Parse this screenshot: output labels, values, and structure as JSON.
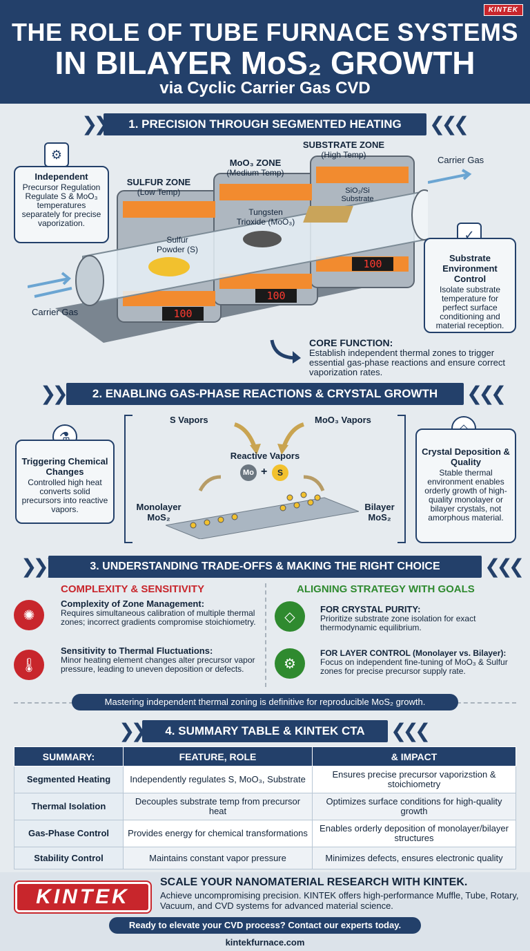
{
  "brand": "KINTEK",
  "header": {
    "line1": "THE ROLE OF TUBE FURNACE SYSTEMS",
    "line2": "IN BILAYER MoS₂ GROWTH",
    "line3": "via Cyclic Carrier Gas CVD"
  },
  "s1": {
    "title": "1. PRECISION THROUGH SEGMENTED HEATING",
    "independent": {
      "title": "Independent",
      "body": "Precursor Regulation Regulate S & MoO₃ temperatures separately for precise vaporization."
    },
    "sulfur_zone": "SULFUR ZONE",
    "sulfur_temp": "(Low Temp)",
    "moo3_zone": "MoO₃ ZONE",
    "moo3_temp": "(Medium Temp)",
    "sub_zone": "SUBSTRATE ZONE",
    "sub_temp": "(High Temp)",
    "sulfur_powder": "Sulfur Powder (S)",
    "tungsten": "Tungsten Trioxide (MoO₃)",
    "substrate": "SiO₂/Si Substrate",
    "display1": "100",
    "display2": "100",
    "display3": "100",
    "carrier_in": "Carrier Gas",
    "carrier_out": "Carrier Gas",
    "sub_env": {
      "title": "Substrate Environment Control",
      "body": "Isolate substrate temperature for perfect surface conditioning and material reception."
    },
    "core_title": "CORE FUNCTION:",
    "core_body": "Establish independent thermal zones to trigger essential gas-phase reactions and ensure correct vaporization rates."
  },
  "s2": {
    "title": "2. ENABLING GAS-PHASE REACTIONS & CRYSTAL GROWTH",
    "trig": {
      "title": "Triggering Chemical Changes",
      "body": "Controlled high heat converts solid precursors into reactive vapors."
    },
    "s_vap": "S Vapors",
    "moo3_vap": "MoO₃ Vapors",
    "reactive": "Reactive Vapors",
    "mo": "Mo",
    "plus": "+",
    "s": "S",
    "mono": "Monolayer MoS₂",
    "bi": "Bilayer MoS₂",
    "crystal": {
      "title": "Crystal Deposition & Quality",
      "body": "Stable thermal environment enables orderly growth of high-quality monolayer or bilayer crystals, not amorphous material."
    }
  },
  "s3": {
    "title": "3. UNDERSTANDING TRADE-OFFS & MAKING THE RIGHT CHOICE",
    "left_head": "COMPLEXITY & SENSITIVITY",
    "l1_title": "Complexity of Zone Management:",
    "l1_body": "Requires simultaneous calibration of multiple thermal zones; incorrect gradients compromise stoichiometry.",
    "l2_title": "Sensitivity to Thermal Fluctuations:",
    "l2_body": "Minor heating element changes alter precursor vapor pressure, leading to uneven deposition or defects.",
    "right_head": "ALIGNING STRATEGY WITH GOALS",
    "r1_title": "FOR CRYSTAL PURITY:",
    "r1_body": "Prioritize substrate zone isolation for exact thermodynamic equilibrium.",
    "r2_title": "FOR LAYER CONTROL (Monolayer vs. Bilayer):",
    "r2_body": "Focus on independent fine-tuning of MoO₃ & Sulfur zones for precise precursor supply rate.",
    "banner": "Mastering independent thermal zoning is definitive for reproducible MoS₂ growth."
  },
  "s4": {
    "title": "4. SUMMARY TABLE & KINTEK CTA",
    "headers": [
      "SUMMARY:",
      "FEATURE, ROLE",
      "& IMPACT"
    ],
    "rows": [
      [
        "Segmented Heating",
        "Independently regulates S, MoO₃, Substrate",
        "Ensures precise precursor vaporizstion & stoichiometry"
      ],
      [
        "Thermal Isolation",
        "Decouples substrate temp from precursor heat",
        "Optimizes surface conditions for high-quality growth"
      ],
      [
        "Gas-Phase Control",
        "Provides energy for chemical transformations",
        "Enables orderly deposition of monolayer/bilayer structures"
      ],
      [
        "Stability Control",
        "Maintains constant vapor pressure",
        "Minimizes defects, ensures electronic quality"
      ]
    ]
  },
  "footer": {
    "logo": "KINTEK",
    "headline": "SCALE YOUR NANOMATERIAL RESEARCH WITH KINTEK.",
    "body": "Achieve uncompromising precision. KINTEK offers high-performance Muffle, Tube, Rotary, Vacuum, and CVD systems for advanced material science.",
    "cta": "Ready to elevate your CVD process? Contact our experts today.",
    "url": "kintekfurnace.com"
  }
}
